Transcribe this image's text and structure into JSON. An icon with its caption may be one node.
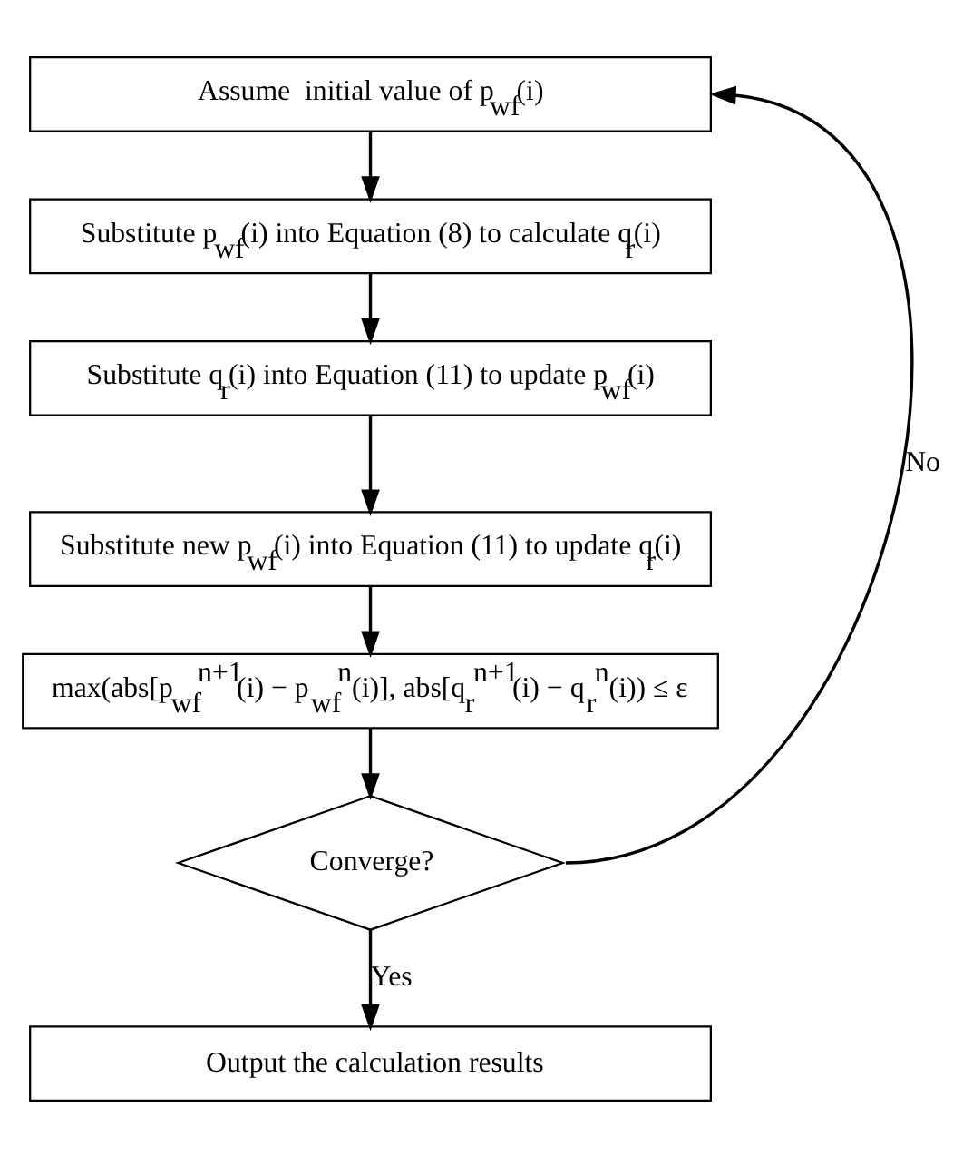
{
  "diagram": {
    "nodes": [
      {
        "text": [
          "Assume  initial value of p$_{wf}$(i)"
        ]
      },
      {
        "text": [
          "Substitute p$_{wf}$(i) into Equation (8) to calculate q$_{r}$(i)"
        ]
      },
      {
        "text": [
          "Substitute q$_{r}$(i) into Equation (11) to update p$_{wf}$(i)"
        ]
      },
      {
        "text": [
          "Substitute new p$_{wf}$(i) into Equation (11) to update q$_{r}$(i)"
        ]
      },
      {
        "text": [
          "max(abs[p$_{wf}$$^{n+1}$(i) − p$_{wf}$$^{n}$(i)], abs[q$_{r}$$^{n+1}$(i) − q$_{r}$$^{n}$(i)) ≤ ε"
        ]
      },
      {
        "text": [
          "Converge?"
        ]
      },
      {
        "text": [
          "Output the calculation results"
        ]
      }
    ],
    "edges": [
      {
        "from": 0,
        "to": 1,
        "arrow": "to"
      },
      {
        "from": 1,
        "to": 2,
        "arrow": "to"
      },
      {
        "from": 2,
        "to": 3,
        "arrow": "to"
      },
      {
        "from": 3,
        "to": 4,
        "arrow": "to"
      },
      {
        "from": 4,
        "to": 5,
        "arrow": "to"
      },
      {
        "from": 5,
        "to": 0,
        "arrow": "to",
        "label": "No"
      },
      {
        "from": 5,
        "to": 6,
        "arrow": "to",
        "label": "Yes"
      }
    ]
  }
}
